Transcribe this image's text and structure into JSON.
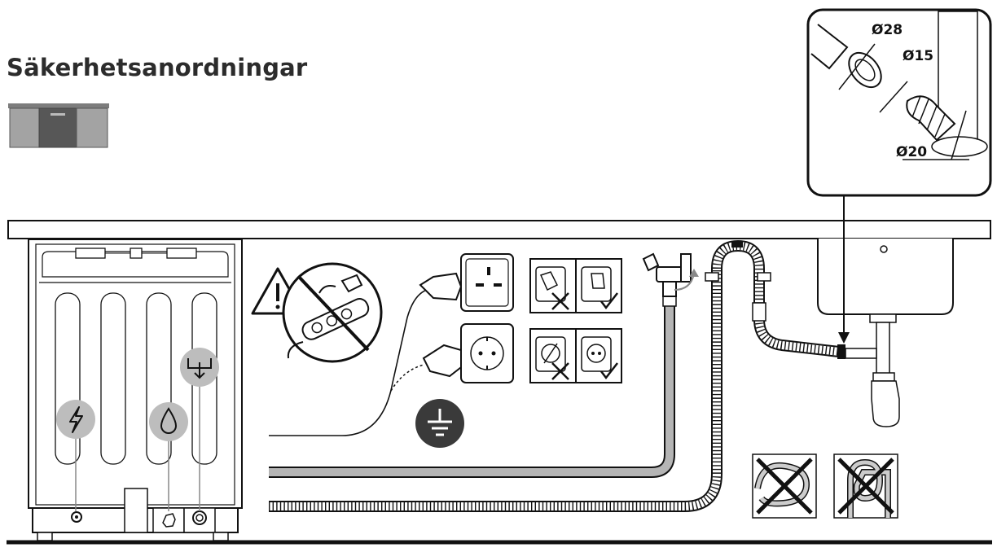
{
  "page": {
    "title": "Säkerhetsanordningar"
  },
  "detail_inset": {
    "dimensions": [
      "Ø28",
      "Ø15",
      "Ø20"
    ]
  },
  "icons": {
    "cabinet": "built-in-cabinet-icon",
    "warning": "warning-triangle-icon",
    "no_power_strip": "no-power-strip-icon",
    "electricity": "lightning-icon",
    "water": "water-drop-icon",
    "drain": "drain-icon",
    "earth": "ground-earth-icon",
    "correct": "checkmark-icon",
    "wrong": "cross-icon"
  },
  "colors": {
    "line": "#111111",
    "cabinet_fill": "#9a9a9a",
    "cabinet_door": "#5a5a5a",
    "badge_gray": "#bdbdbd",
    "hose_gray": "#b5b5b5"
  }
}
